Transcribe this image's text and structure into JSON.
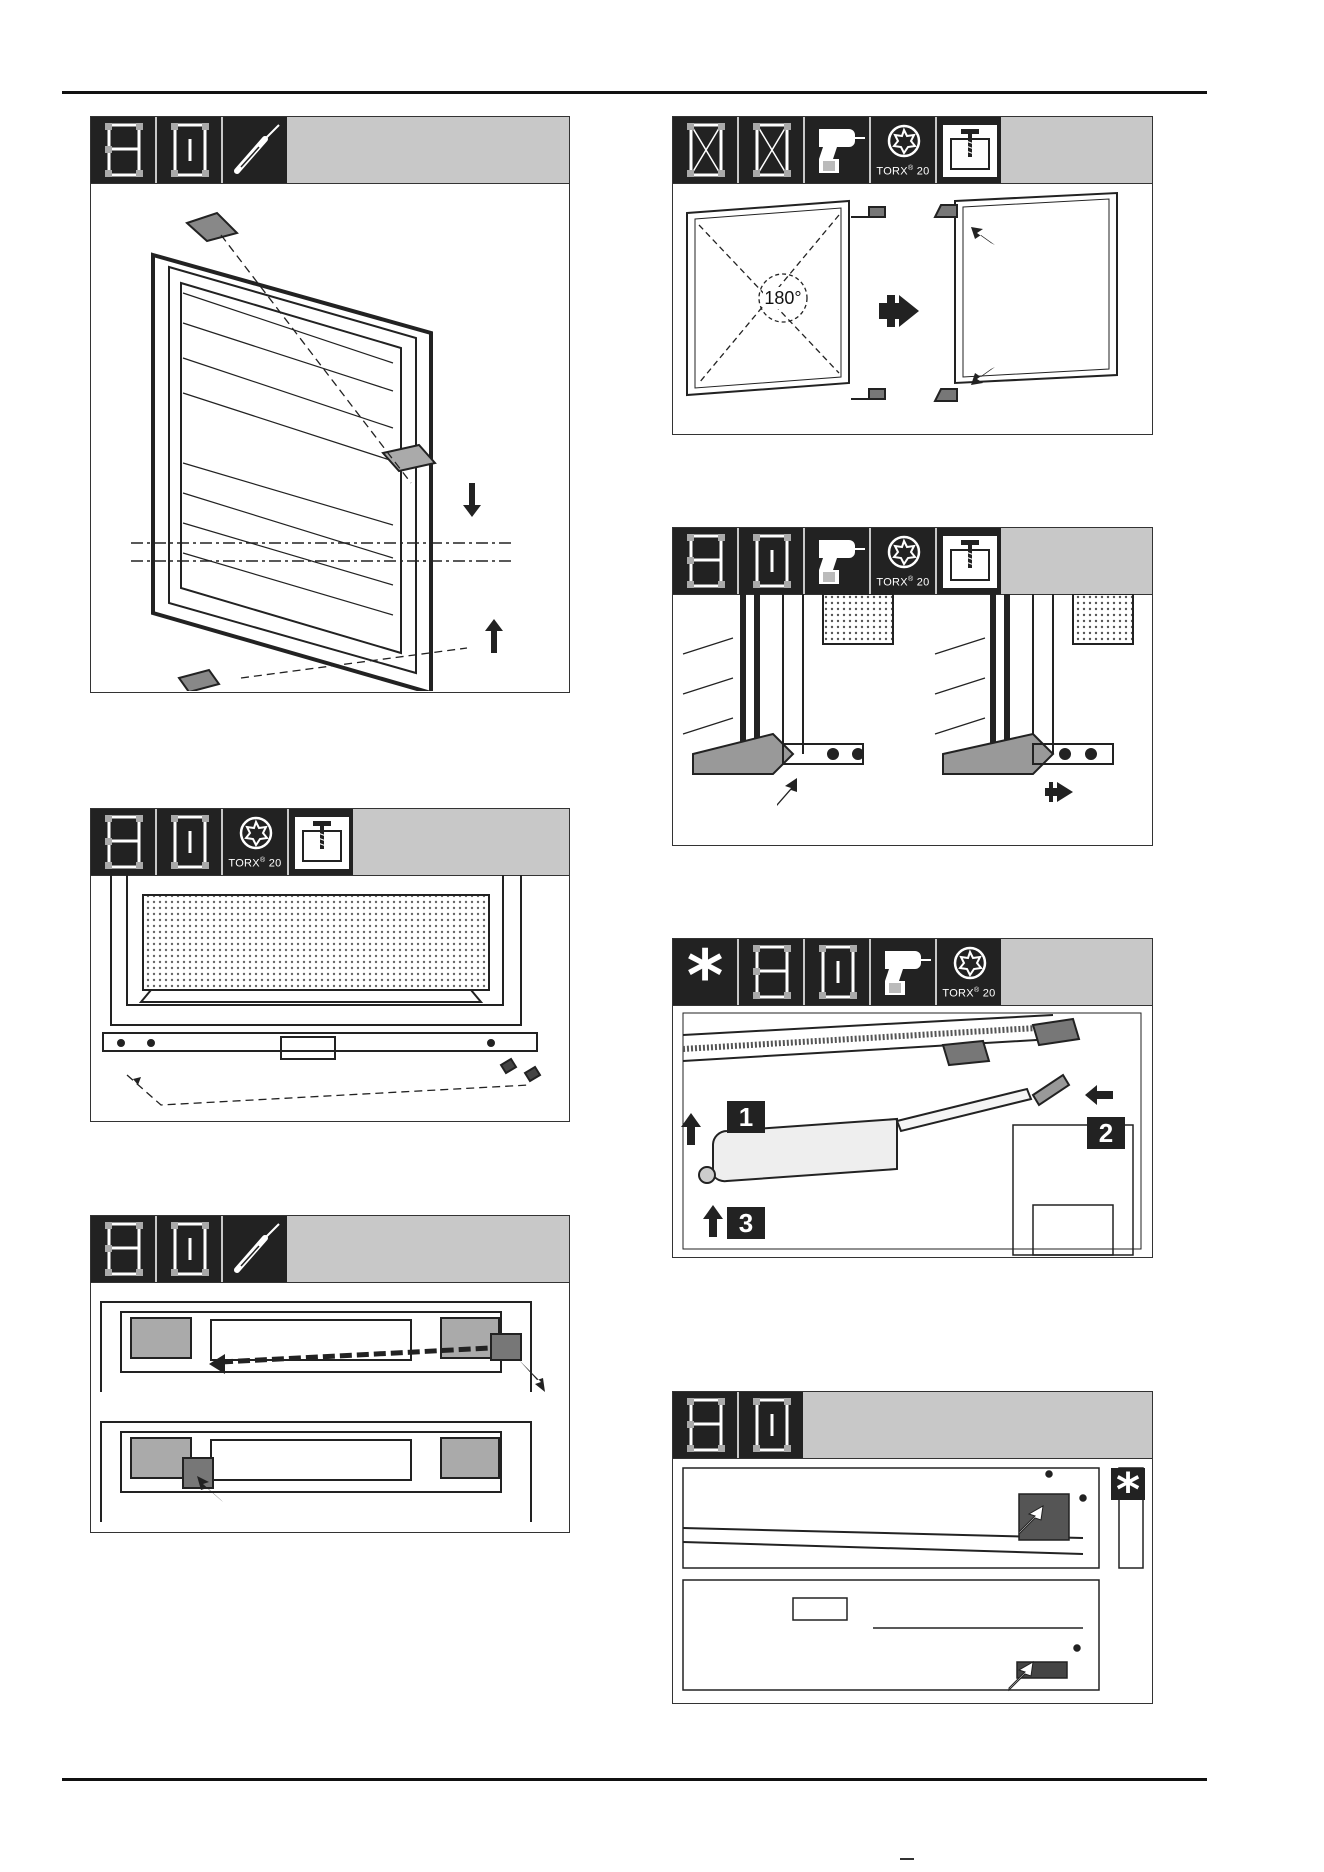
{
  "icons": {
    "door_closed": "fridge-door-closed-icon",
    "door_single": "fridge-door-single-icon",
    "screwdriver": "screwdriver-icon",
    "drill": "cordless-drill-icon",
    "torx": "torx-bit-icon",
    "screw": "screw-icon",
    "freezer_star": "freezer-star-icon"
  },
  "torx_label": {
    "text": "TORX",
    "reg": "®",
    "size": "20"
  },
  "star_symbol": "*",
  "panels": {
    "p2": {
      "angle_label": "180°"
    },
    "p5": {
      "steps": [
        "1",
        "2",
        "3"
      ]
    }
  },
  "colors": {
    "header_bg": "#c8c8c8",
    "icon_bg": "#222222",
    "line": "#333333"
  }
}
